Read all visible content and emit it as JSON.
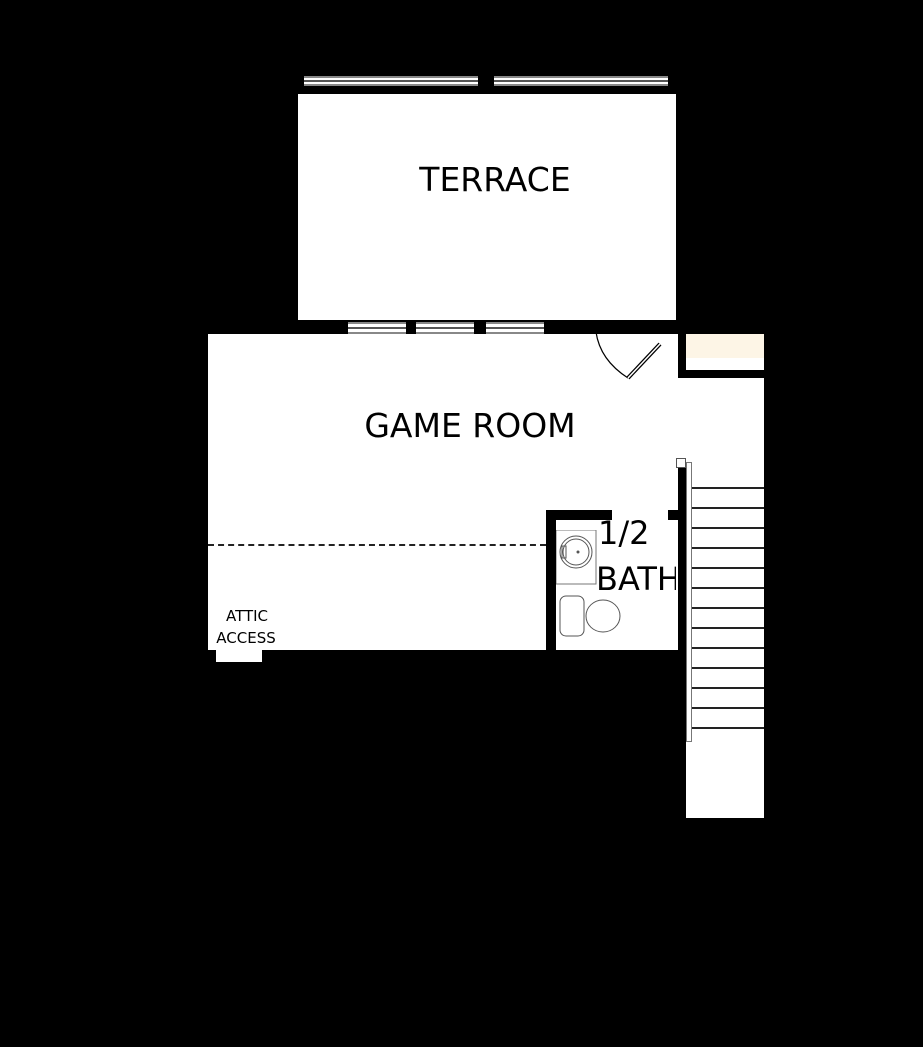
{
  "plan": {
    "rooms": [
      {
        "id": "terrace",
        "label": "TERRACE"
      },
      {
        "id": "game-room",
        "label": "GAME ROOM"
      },
      {
        "id": "half-bath",
        "label_line1": "1/2",
        "label_line2": "BATH"
      },
      {
        "id": "attic-access",
        "label_line1": "ATTIC",
        "label_line2": "ACCESS"
      }
    ],
    "stairs": {
      "tread_count": 13
    },
    "colors": {
      "background": "#000000",
      "floor": "#ffffff",
      "closet_shelf": "#fdf5e6",
      "fixture_line": "#555555"
    }
  }
}
